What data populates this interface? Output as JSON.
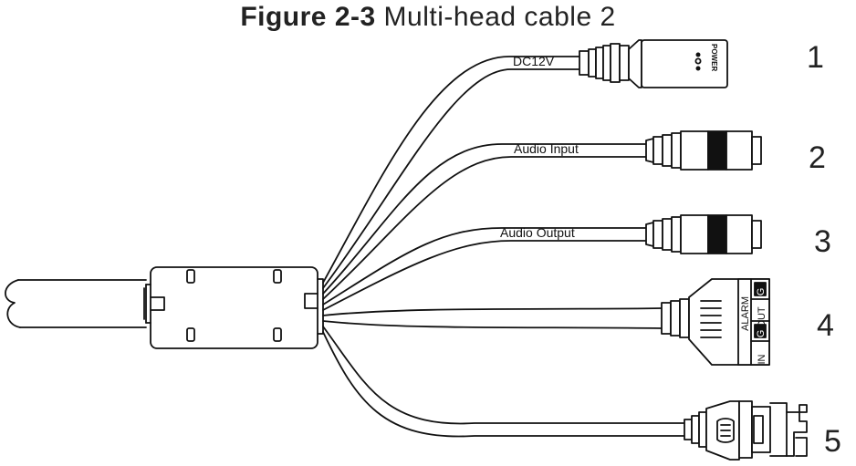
{
  "figure": {
    "number": "Figure 2-3",
    "caption": "Multi-head cable 2"
  },
  "cable_labels": {
    "power": "DC12V",
    "audio_input": "Audio Input",
    "audio_output": "Audio Output"
  },
  "connector_text": {
    "power_marking": "POWER",
    "alarm_marking": "ALARM",
    "alarm_in": "IN",
    "alarm_out": "OUT",
    "alarm_ground": "G"
  },
  "callouts": [
    "1",
    "2",
    "3",
    "4",
    "5"
  ]
}
